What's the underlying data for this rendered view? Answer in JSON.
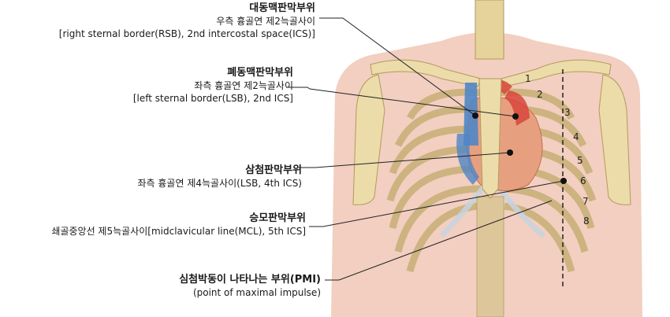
{
  "landmarks": [
    {
      "id": "aortic",
      "title": "대동맥판막부위",
      "lines": [
        "우측 흉골연 제2늑골사이",
        "[right sternal border(RSB), 2nd intercostal space(ICS)]"
      ]
    },
    {
      "id": "pulmonic",
      "title": "폐동맥판막부위",
      "lines": [
        "좌측 흉골연 제2늑골사이",
        "[left sternal border(LSB), 2nd ICS]"
      ]
    },
    {
      "id": "tricuspid",
      "title": "삼첨판막부위",
      "lines": [
        "좌측 흉골연 제4늑골사이(LSB, 4th ICS)"
      ]
    },
    {
      "id": "mitral",
      "title": "승모판막부위",
      "lines": [
        "쇄골중앙선 제5늑골사이[midclavicular line(MCL), 5th ICS]"
      ]
    },
    {
      "id": "pmi",
      "title": "심첨박동이 나타나는 부위(PMI)",
      "lines": [
        "(point of maximal impulse)"
      ]
    }
  ],
  "rib_numbers": [
    "1",
    "2",
    "3",
    "4",
    "5",
    "6",
    "7",
    "8"
  ],
  "colors": {
    "skin": "#f2cfc0",
    "bone": "#ecdcaa",
    "bone_stroke": "#b39a5c",
    "vein": "#4f86c6",
    "artery": "#d8453a",
    "heart": "#e7a07f",
    "leader": "#222222"
  }
}
